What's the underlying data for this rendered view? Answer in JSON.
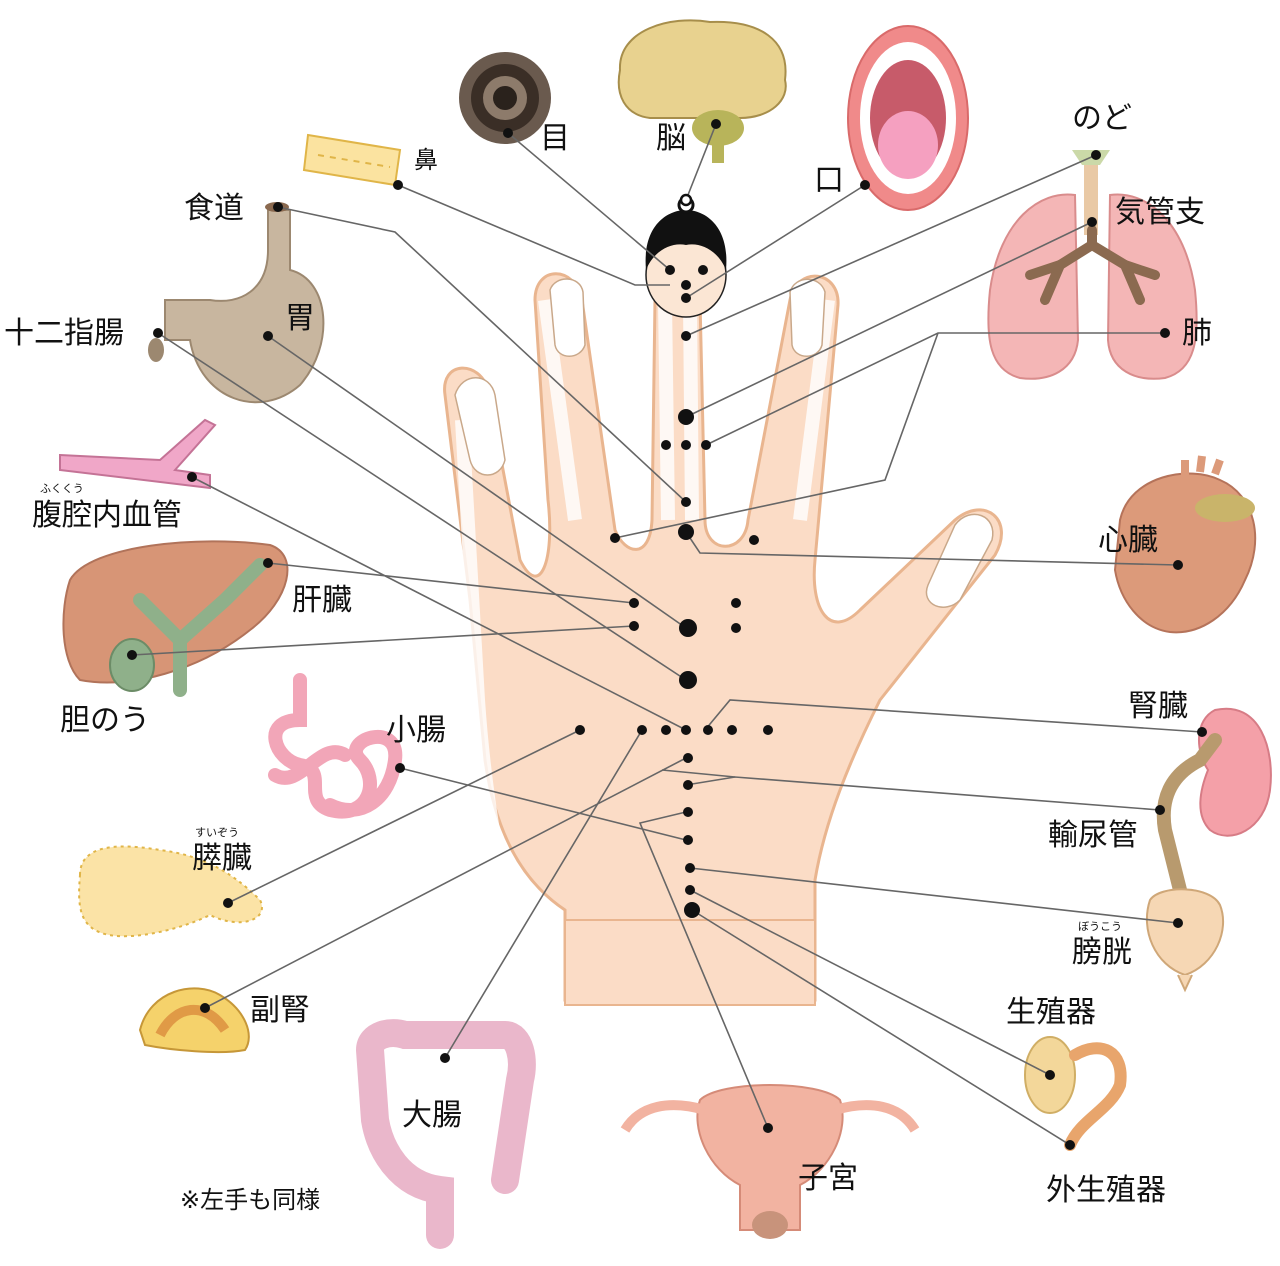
{
  "note": "※左手も同様",
  "colors": {
    "hand_outline": "#e9b58f",
    "hand_fill": "#fbdcc6",
    "dot": "#111111",
    "leader": "#666666"
  },
  "organs": [
    {
      "key": "nose",
      "label": "鼻",
      "icon": "nose-icon"
    },
    {
      "key": "eye",
      "label": "目",
      "icon": "eye-icon"
    },
    {
      "key": "brain",
      "label": "脳",
      "icon": "brain-icon"
    },
    {
      "key": "mouth",
      "label": "口",
      "icon": "mouth-icon"
    },
    {
      "key": "throat",
      "label": "のど",
      "icon": "throat-icon"
    },
    {
      "key": "bronchi",
      "label": "気管支",
      "icon": "bronchi-icon"
    },
    {
      "key": "lung",
      "label": "肺",
      "icon": "lung-icon"
    },
    {
      "key": "esophagus",
      "label": "食道",
      "icon": "esophagus-icon"
    },
    {
      "key": "stomach",
      "label": "胃",
      "icon": "stomach-icon"
    },
    {
      "key": "duodenum",
      "label": "十二指腸",
      "icon": "duodenum-icon"
    },
    {
      "key": "abdominal_vessel",
      "label": "腹腔内血管",
      "ruby": "ふくくう",
      "icon": "blood-vessel-icon"
    },
    {
      "key": "liver",
      "label": "肝臓",
      "icon": "liver-icon"
    },
    {
      "key": "gallbladder",
      "label": "胆のう",
      "icon": "gallbladder-icon"
    },
    {
      "key": "small_intestine",
      "label": "小腸",
      "icon": "small-intestine-icon"
    },
    {
      "key": "pancreas",
      "label": "膵臓",
      "ruby": "すいぞう",
      "icon": "pancreas-icon"
    },
    {
      "key": "adrenal",
      "label": "副腎",
      "icon": "adrenal-icon"
    },
    {
      "key": "large_intestine",
      "label": "大腸",
      "icon": "large-intestine-icon"
    },
    {
      "key": "uterus",
      "label": "子宮",
      "icon": "uterus-icon"
    },
    {
      "key": "heart",
      "label": "心臓",
      "icon": "heart-icon"
    },
    {
      "key": "kidney",
      "label": "腎臓",
      "icon": "kidney-icon"
    },
    {
      "key": "ureter",
      "label": "輸尿管",
      "icon": "ureter-icon"
    },
    {
      "key": "bladder",
      "label": "膀胱",
      "ruby": "ぼうこう",
      "icon": "bladder-icon"
    },
    {
      "key": "genitals",
      "label": "生殖器",
      "icon": "genitals-icon"
    },
    {
      "key": "external_genitals",
      "label": "外生殖器",
      "icon": "external-genitals-icon"
    }
  ]
}
